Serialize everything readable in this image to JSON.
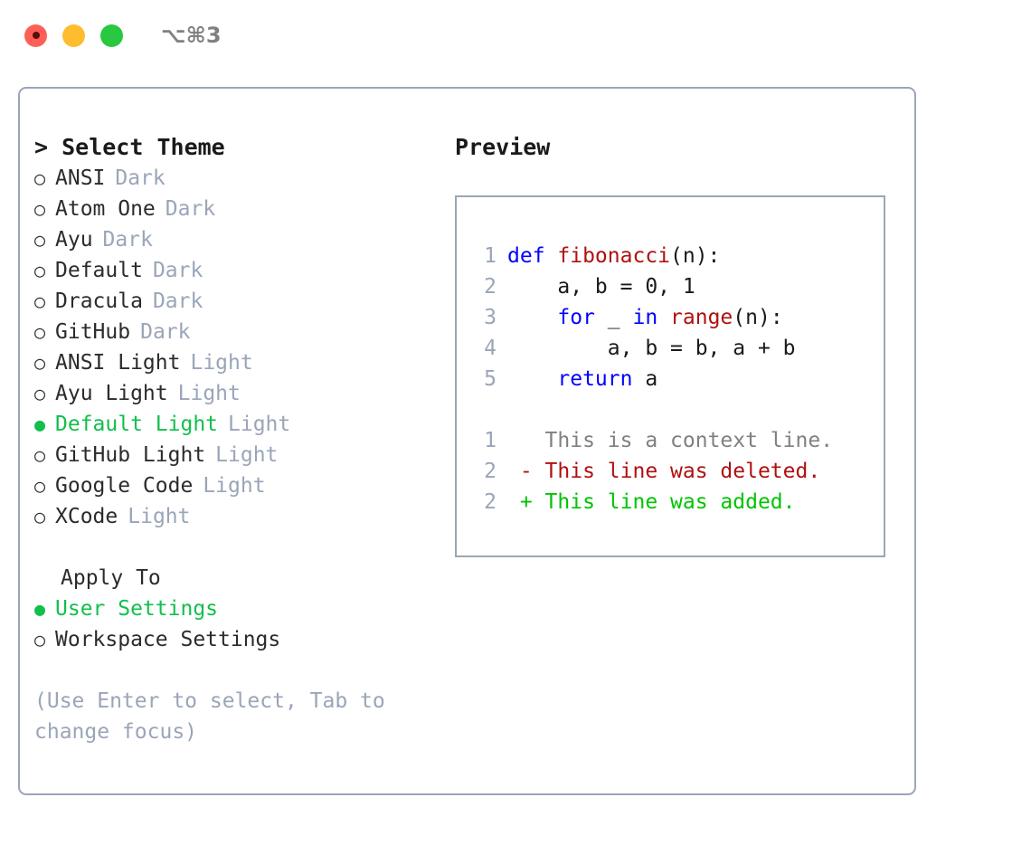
{
  "titlebar": {
    "shortcut": "⌥⌘3",
    "lights": [
      {
        "name": "close",
        "color": "#ff5f57"
      },
      {
        "name": "minimize",
        "color": "#febc2e"
      },
      {
        "name": "maximize",
        "color": "#28c840"
      }
    ]
  },
  "theme_panel": {
    "header": "> Select Theme",
    "bullet_selected": "●",
    "bullet_unselected": "○",
    "selected_color": "#12bf4c",
    "tag_color": "#9aa5b8",
    "items": [
      {
        "label": "ANSI",
        "tag": "Dark",
        "selected": false
      },
      {
        "label": "Atom One",
        "tag": "Dark",
        "selected": false
      },
      {
        "label": "Ayu",
        "tag": "Dark",
        "selected": false
      },
      {
        "label": "Default",
        "tag": "Dark",
        "selected": false
      },
      {
        "label": "Dracula",
        "tag": "Dark",
        "selected": false
      },
      {
        "label": "GitHub",
        "tag": "Dark",
        "selected": false
      },
      {
        "label": "ANSI Light",
        "tag": "Light",
        "selected": false
      },
      {
        "label": "Ayu Light",
        "tag": "Light",
        "selected": false
      },
      {
        "label": "Default Light",
        "tag": "Light",
        "selected": true
      },
      {
        "label": "GitHub Light",
        "tag": "Light",
        "selected": false
      },
      {
        "label": "Google Code",
        "tag": "Light",
        "selected": false
      },
      {
        "label": "XCode",
        "tag": "Light",
        "selected": false
      }
    ]
  },
  "apply_to": {
    "label": "Apply To",
    "items": [
      {
        "label": "User Settings",
        "selected": true
      },
      {
        "label": "Workspace Settings",
        "selected": false
      }
    ]
  },
  "hint": "(Use Enter to select, Tab to change focus)",
  "preview": {
    "title": "Preview",
    "code_lines": [
      {
        "lineno": "1",
        "tokens": [
          {
            "text": "def ",
            "style": "kw"
          },
          {
            "text": "fibonacci",
            "style": "fn"
          },
          {
            "text": "(n):",
            "style": "plain"
          }
        ]
      },
      {
        "lineno": "2",
        "tokens": [
          {
            "text": "    a, b = 0, 1",
            "style": "plain"
          }
        ]
      },
      {
        "lineno": "3",
        "tokens": [
          {
            "text": "    ",
            "style": "plain"
          },
          {
            "text": "for",
            "style": "kw"
          },
          {
            "text": " _ ",
            "style": "plain"
          },
          {
            "text": "in ",
            "style": "kw"
          },
          {
            "text": "range",
            "style": "fn"
          },
          {
            "text": "(n):",
            "style": "plain"
          }
        ]
      },
      {
        "lineno": "4",
        "tokens": [
          {
            "text": "        a, b = b, a + b",
            "style": "plain"
          }
        ]
      },
      {
        "lineno": "5",
        "tokens": [
          {
            "text": "    ",
            "style": "plain"
          },
          {
            "text": "return",
            "style": "kw"
          },
          {
            "text": " a",
            "style": "plain"
          }
        ]
      }
    ],
    "diff_lines": [
      {
        "lineno": "1",
        "marker": " ",
        "text": " This is a context line.",
        "style": "ctx"
      },
      {
        "lineno": "2",
        "marker": "-",
        "text": " This line was deleted.",
        "style": "del"
      },
      {
        "lineno": "2",
        "marker": "+",
        "text": " This line was added.",
        "style": "add"
      }
    ]
  }
}
